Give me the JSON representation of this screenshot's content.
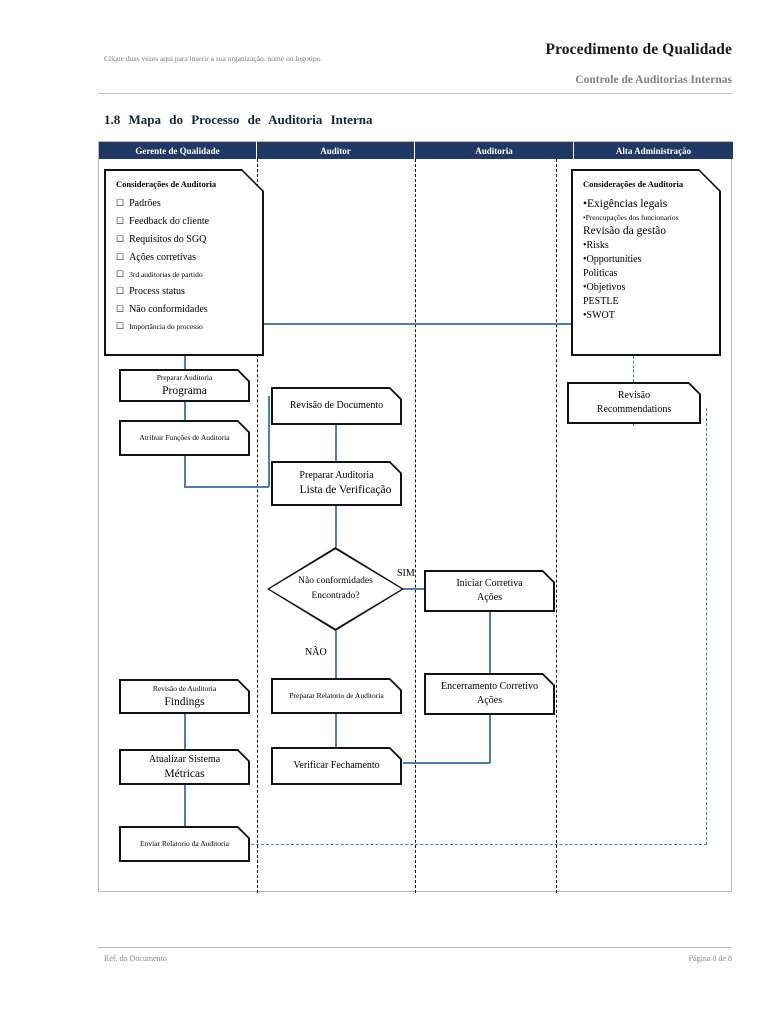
{
  "header": {
    "org_placeholder": "Clique duas vezes aqui para inserir a sua organização. nome ou logotipo.",
    "doc_title": "Procedimento de Qualidade",
    "doc_subtitle": "Controle de Auditorias Internas"
  },
  "section": {
    "title": "1.8  Mapa  do  Processo  de  Auditoria  Interna"
  },
  "colors": {
    "lane_header_bg": "#1f3864",
    "connector": "#4a7ebb",
    "node_border": "#111111",
    "frame_border": "#b9b9b9",
    "muted_text": "#8a8a8a"
  },
  "lanes": [
    {
      "label": "Gerente de Qualidade"
    },
    {
      "label": "Auditor"
    },
    {
      "label": "Auditoria"
    },
    {
      "label": "Alta Administração"
    }
  ],
  "callouts": {
    "left": {
      "title": "Considerações de Auditoria",
      "marker": "☐",
      "items": [
        "Padrões",
        "Feedback do cliente",
        "Requisitos do SGQ",
        "Ações corretivas",
        "3rd auditorias de partido",
        "Process status",
        "Não conformidades",
        "Importância do processo"
      ]
    },
    "right": {
      "title": "Considerações de Auditoria",
      "items": [
        "•Exigências legais",
        "•Preocupações dos funcionarios",
        "Revisão da gestão",
        "•Risks",
        "•Opportunities",
        "Politicas",
        "•Objetivos",
        "PESTLE",
        "•SWOT"
      ]
    }
  },
  "nodes": {
    "preparar_auditoria_programa": {
      "line1": "Preparar Auditoria",
      "line2": "Programa"
    },
    "atribuir_funcoes": {
      "line1": "Atribuir Funções de Auditoria"
    },
    "revisao_documento": {
      "line1": "Revisão de Documento"
    },
    "preparar_lista": {
      "line1": "Preparar Auditoria",
      "line2": "Lista de Verificação"
    },
    "decision": {
      "line1": "Não conformidades",
      "line2": "Encontrado?"
    },
    "iniciar_corretiva": {
      "line1": "Iniciar Corretiva",
      "line2": "Ações"
    },
    "encerramento_corretivo": {
      "line1": "Encerramento Corretivo",
      "line2": "Ações"
    },
    "revisao_auditoria_findings": {
      "line1": "Revisão de Auditoria",
      "line2": "Findings"
    },
    "preparar_relatorio": {
      "line1": "Preparar Relatorio de Auditoria"
    },
    "atualizar_sistema": {
      "line1": "Atualizar Sistema",
      "line2": "Métricas"
    },
    "verificar_fechamento": {
      "line1": "Verificar Fechamento"
    },
    "enviar_relatorio": {
      "line1": "Enviar Relatorio da Auditoria"
    },
    "revisao_recommendations": {
      "line1": "Revisão",
      "line2": "Recommendations"
    }
  },
  "branches": {
    "yes": "SIM",
    "no": "NÃO"
  },
  "footer": {
    "left": "Ref. do Documento",
    "right": "Página 8 de 8"
  }
}
